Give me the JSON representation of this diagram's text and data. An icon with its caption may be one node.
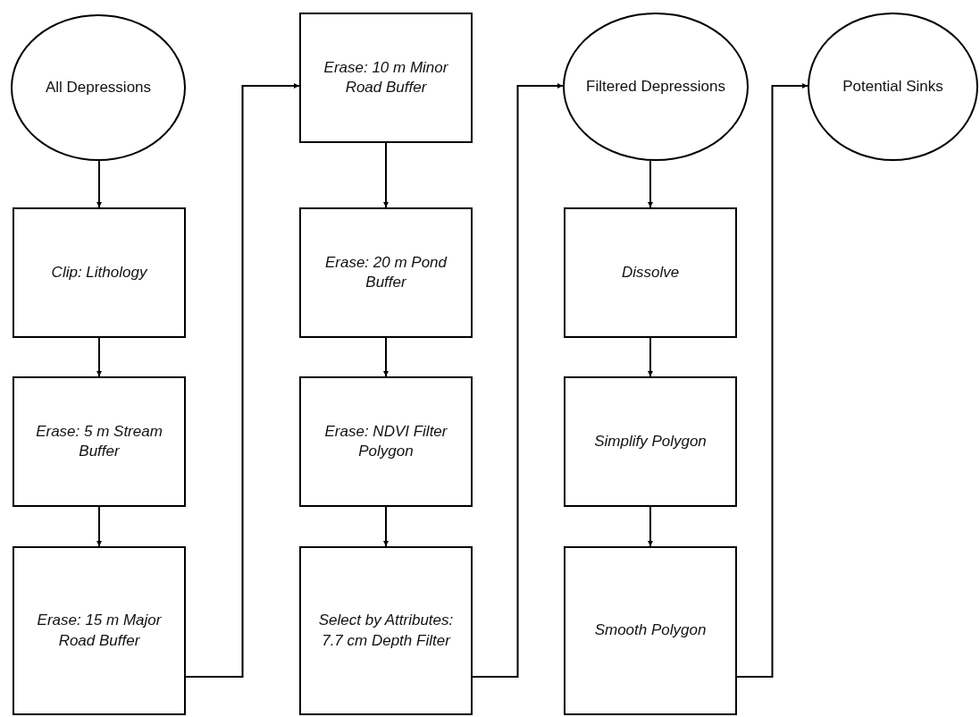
{
  "diagram": {
    "nodes": [
      {
        "text": [
          "All Depressions"
        ]
      },
      {
        "text": [
          "Clip: Lithology"
        ]
      },
      {
        "text": [
          "Erase: 5 m Stream Buffer"
        ]
      },
      {
        "text": [
          "Erase: 15 m Major Road Buffer"
        ]
      },
      {
        "text": [
          "Erase: 10 m Minor Road Buffer"
        ]
      },
      {
        "text": [
          "Erase: 20 m Pond Buffer"
        ]
      },
      {
        "text": [
          "Erase: NDVI Filter Polygon"
        ]
      },
      {
        "text": [
          "Select by Attributes: 7.7 cm Depth Filter"
        ]
      },
      {
        "text": [
          "Filtered Depressions"
        ]
      },
      {
        "text": [
          "Dissolve"
        ]
      },
      {
        "text": [
          "Simplify Polygon"
        ]
      },
      {
        "text": [
          "Smooth Polygon"
        ]
      },
      {
        "text": [
          "Potential Sinks"
        ]
      }
    ],
    "edges": [
      {
        "from": 0,
        "to": 1,
        "arrow": "to"
      },
      {
        "from": 1,
        "to": 2,
        "arrow": "to"
      },
      {
        "from": 2,
        "to": 3,
        "arrow": "to"
      },
      {
        "from": 3,
        "to": 4,
        "arrow": "to"
      },
      {
        "from": 4,
        "to": 5,
        "arrow": "to"
      },
      {
        "from": 5,
        "to": 6,
        "arrow": "to"
      },
      {
        "from": 6,
        "to": 7,
        "arrow": "to"
      },
      {
        "from": 7,
        "to": 8,
        "arrow": "to"
      },
      {
        "from": 8,
        "to": 9,
        "arrow": "to"
      },
      {
        "from": 9,
        "to": 10,
        "arrow": "to"
      },
      {
        "from": 10,
        "to": 11,
        "arrow": "to"
      },
      {
        "from": 11,
        "to": 12,
        "arrow": "to"
      }
    ]
  }
}
